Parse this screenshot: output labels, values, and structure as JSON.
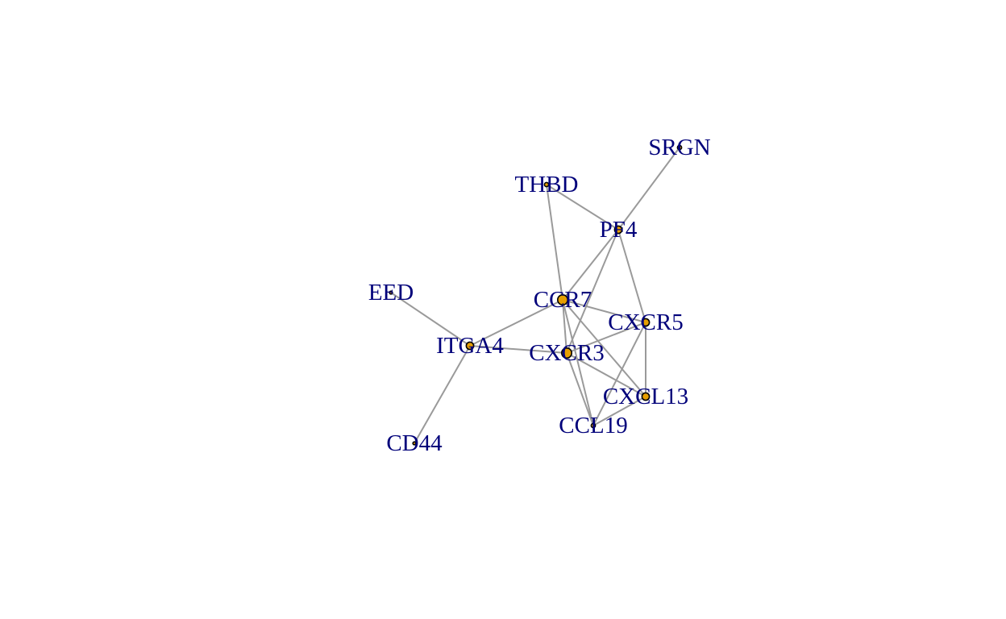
{
  "network": {
    "node_color": "#e69f00",
    "label_color": "#00007a",
    "edge_color": "#9a9a9a",
    "nodes": [
      {
        "id": "SRGN",
        "label": "SRGN",
        "size": "small"
      },
      {
        "id": "THBD",
        "label": "THBD",
        "size": "small"
      },
      {
        "id": "PF4",
        "label": "PF4",
        "size": "medium"
      },
      {
        "id": "EED",
        "label": "EED",
        "size": "tiny"
      },
      {
        "id": "CCR7",
        "label": "CCR7",
        "size": "large"
      },
      {
        "id": "CXCR5",
        "label": "CXCR5",
        "size": "medium"
      },
      {
        "id": "ITGA4",
        "label": "ITGA4",
        "size": "medium"
      },
      {
        "id": "CXCR3",
        "label": "CXCR3",
        "size": "large"
      },
      {
        "id": "CXCL13",
        "label": "CXCL13",
        "size": "medium"
      },
      {
        "id": "CCL19",
        "label": "CCL19",
        "size": "small"
      },
      {
        "id": "CD44",
        "label": "CD44",
        "size": "tiny"
      }
    ],
    "edges": [
      [
        "SRGN",
        "PF4"
      ],
      [
        "THBD",
        "PF4"
      ],
      [
        "THBD",
        "CCR7"
      ],
      [
        "PF4",
        "CCR7"
      ],
      [
        "PF4",
        "CXCR5"
      ],
      [
        "PF4",
        "CXCR3"
      ],
      [
        "EED",
        "ITGA4"
      ],
      [
        "ITGA4",
        "CCR7"
      ],
      [
        "ITGA4",
        "CXCR3"
      ],
      [
        "ITGA4",
        "CD44"
      ],
      [
        "CCR7",
        "CXCR5"
      ],
      [
        "CCR7",
        "CXCR3"
      ],
      [
        "CCR7",
        "CXCL13"
      ],
      [
        "CCR7",
        "CCL19"
      ],
      [
        "CXCR5",
        "CXCR3"
      ],
      [
        "CXCR5",
        "CXCL13"
      ],
      [
        "CXCR5",
        "CCL19"
      ],
      [
        "CXCR3",
        "CXCL13"
      ],
      [
        "CXCR3",
        "CCL19"
      ],
      [
        "CXCL13",
        "CCL19"
      ]
    ]
  }
}
